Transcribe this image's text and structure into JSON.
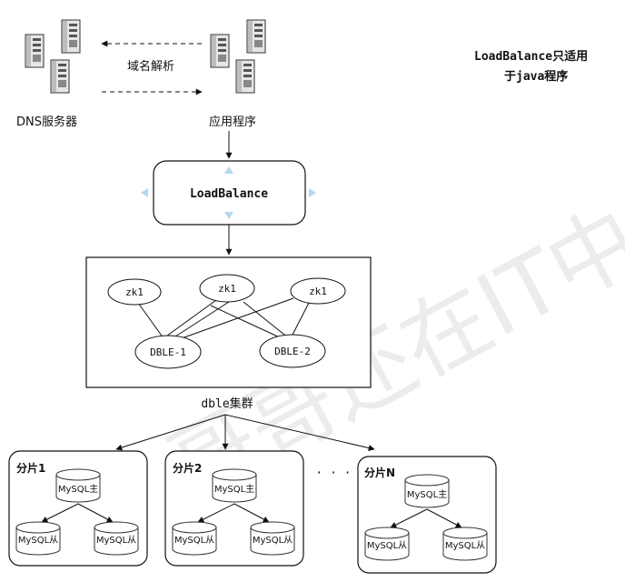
{
  "dns": {
    "label": "DNS服务器"
  },
  "app": {
    "label": "应用程序"
  },
  "domain_resolution": {
    "label": "域名解析"
  },
  "loadbalance": {
    "label": "LoadBalance"
  },
  "note": {
    "line1": "LoadBalance只适用",
    "line2": "于java程序"
  },
  "cluster": {
    "caption": "dble集群",
    "zk_nodes": [
      "zk1",
      "zk1",
      "zk1"
    ],
    "dble_nodes": [
      "DBLE-1",
      "DBLE-2"
    ]
  },
  "shards": [
    {
      "title": "分片1",
      "master": "MySQL主",
      "slaves": [
        "MySQL从",
        "MySQL从"
      ]
    },
    {
      "title": "分片2",
      "master": "MySQL主",
      "slaves": [
        "MySQL从",
        "MySQL从"
      ]
    },
    {
      "title": "分片N",
      "master": "MySQL主",
      "slaves": [
        "MySQL从",
        "MySQL从"
      ]
    }
  ],
  "ellipsis": "· · ·",
  "watermark": "哥哥还在IT中",
  "colors": {
    "accent": "#b3d9ee",
    "line": "#111111",
    "server_body": "#d8d8d8"
  }
}
